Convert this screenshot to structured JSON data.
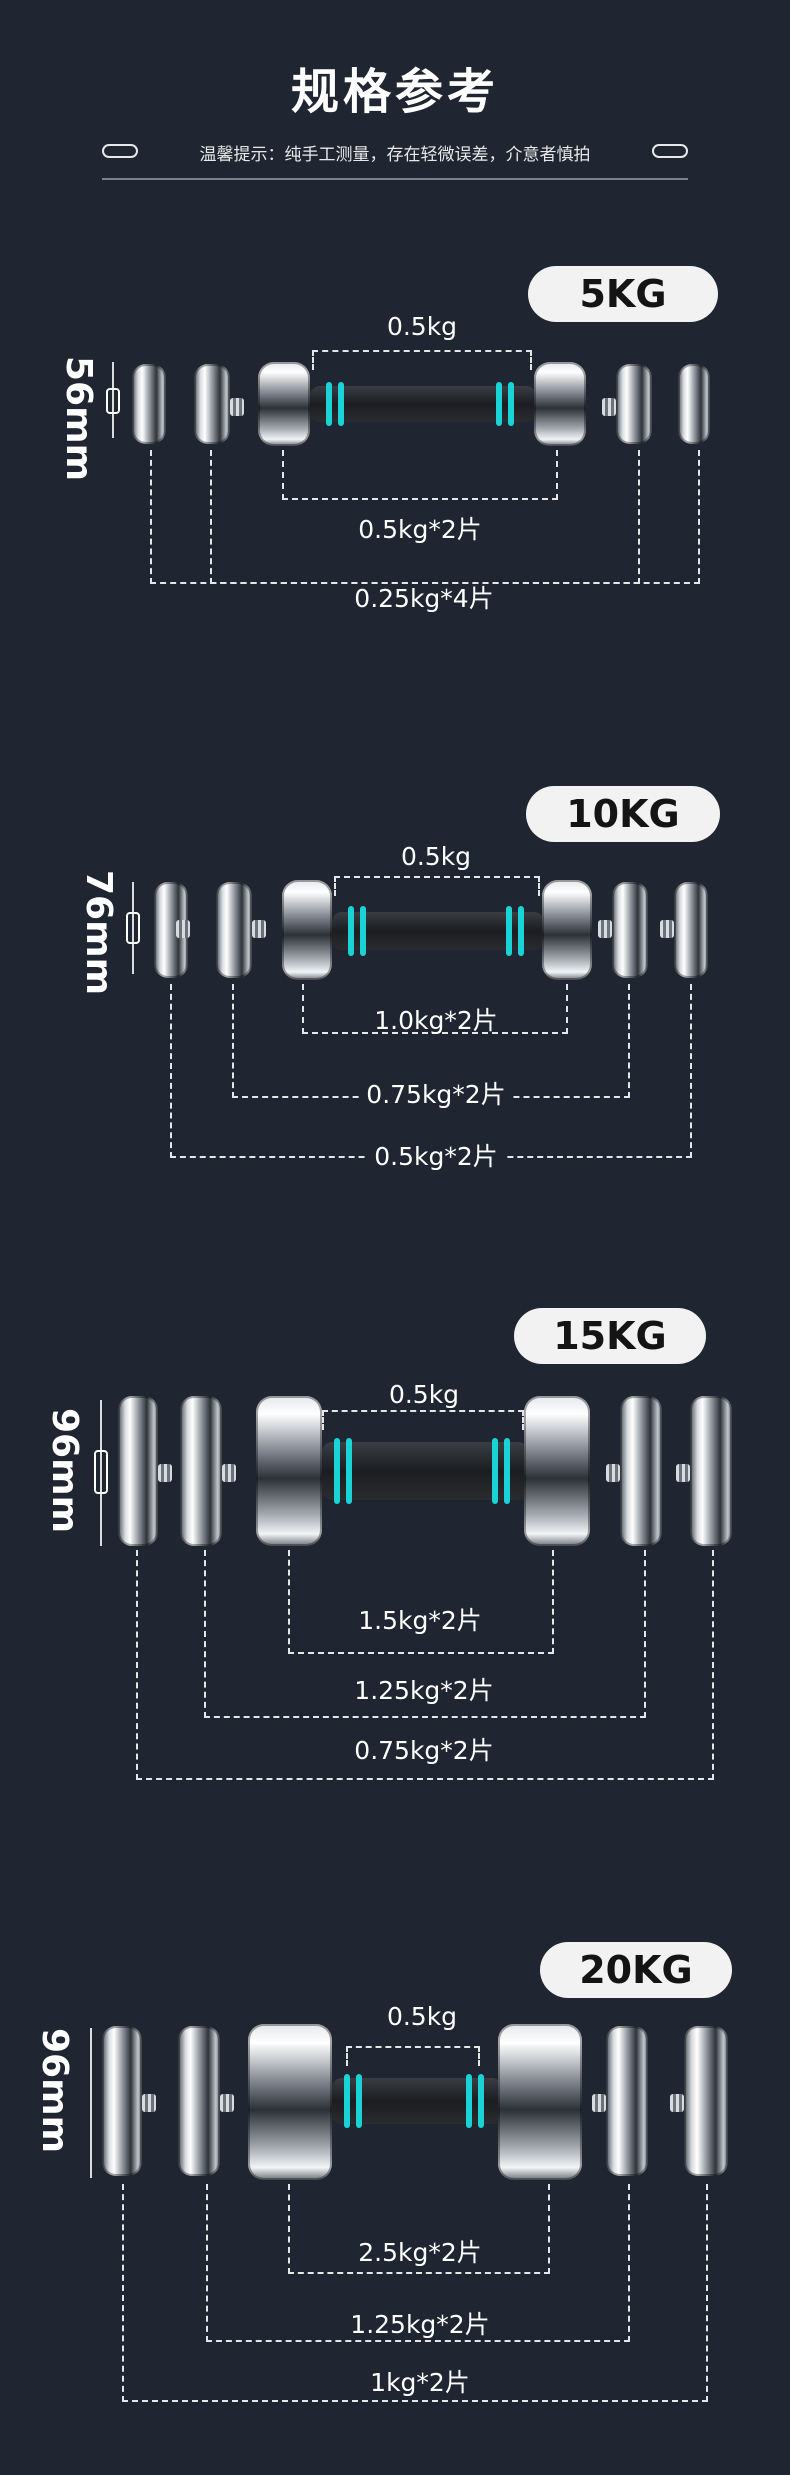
{
  "header": {
    "title": "规格参考",
    "subtitle": "温馨提示：纯手工测量，存在轻微误差，介意者慎拍"
  },
  "sections": [
    {
      "weight": "5KG",
      "height": "56mm",
      "labels": [
        "0.5kg",
        "0.5kg*2片",
        "0.25kg*4片"
      ]
    },
    {
      "weight": "10KG",
      "height": "76mm",
      "labels": [
        "0.5kg",
        "1.0kg*2片",
        "0.75kg*2片",
        "0.5kg*2片"
      ]
    },
    {
      "weight": "15KG",
      "height": "96mm",
      "labels": [
        "0.5kg",
        "1.5kg*2片",
        "1.25kg*2片",
        "0.75kg*2片"
      ]
    },
    {
      "weight": "20KG",
      "height": "96mm",
      "labels": [
        "0.5kg",
        "2.5kg*2片",
        "1.25kg*2片",
        "1kg*2片"
      ]
    }
  ],
  "colors": {
    "background": "#1f2631",
    "accent": "#19d3d6",
    "badge": "#f2f2f2"
  }
}
